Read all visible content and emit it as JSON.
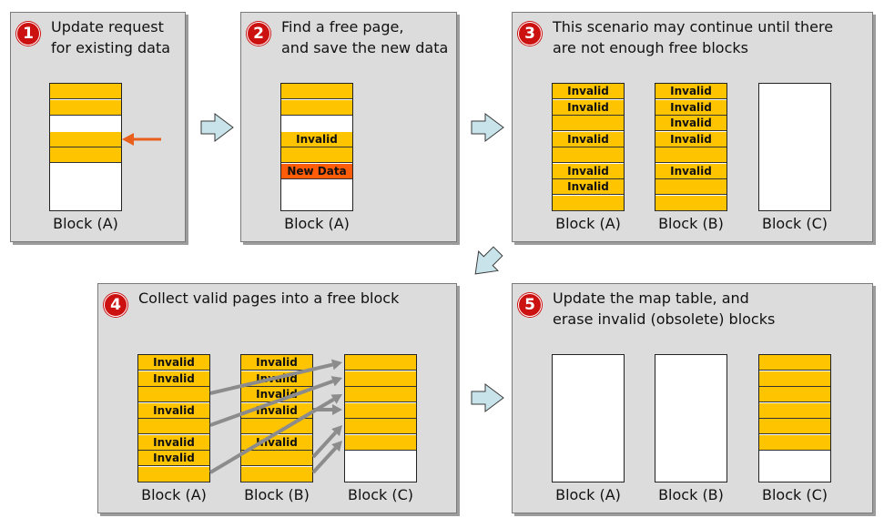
{
  "colors": {
    "panel_bg": "#dcdcdc",
    "page_valid": "#ffc400",
    "page_new": "#ff5c0a",
    "step_badge": "#cc1111",
    "flow_arrow": "#c8e4ea",
    "pointer_arrow": "#e8601c",
    "move_arrow": "#8c8c8c"
  },
  "panels": [
    {
      "step": "1",
      "title_lines": [
        "Update request",
        "for existing data"
      ],
      "blocks": [
        {
          "label": "Block (A)",
          "pages": [
            "",
            "",
            null,
            "",
            "",
            null,
            null,
            null
          ]
        }
      ]
    },
    {
      "step": "2",
      "title_lines": [
        "Find a free page,",
        "and save the new data"
      ],
      "blocks": [
        {
          "label": "Block (A)",
          "pages": [
            "",
            "",
            null,
            "Invalid",
            "",
            "New Data",
            null,
            null
          ]
        }
      ]
    },
    {
      "step": "3",
      "title_lines": [
        "This scenario may continue until there",
        "are not enough free blocks"
      ],
      "blocks": [
        {
          "label": "Block (A)",
          "pages": [
            "Invalid",
            "Invalid",
            "",
            "Invalid",
            "",
            "Invalid",
            "Invalid",
            ""
          ]
        },
        {
          "label": "Block (B)",
          "pages": [
            "Invalid",
            "Invalid",
            "Invalid",
            "Invalid",
            "",
            "Invalid",
            "",
            ""
          ]
        },
        {
          "label": "Block (C)",
          "pages": [
            null,
            null,
            null,
            null,
            null,
            null,
            null,
            null
          ]
        }
      ]
    },
    {
      "step": "4",
      "title_lines": [
        "Collect valid pages into a free block"
      ],
      "blocks": [
        {
          "label": "Block (A)",
          "pages": [
            "Invalid",
            "Invalid",
            "",
            "Invalid",
            "",
            "Invalid",
            "Invalid",
            ""
          ]
        },
        {
          "label": "Block (B)",
          "pages": [
            "Invalid",
            "Invalid",
            "Invalid",
            "Invalid",
            "",
            "Invalid",
            "",
            ""
          ]
        },
        {
          "label": "Block (C)",
          "pages": [
            "",
            "",
            "",
            "",
            "",
            "",
            null,
            null
          ]
        }
      ]
    },
    {
      "step": "5",
      "title_lines": [
        "Update the map table, and",
        "erase invalid (obsolete) blocks"
      ],
      "blocks": [
        {
          "label": "Block (A)",
          "pages": [
            null,
            null,
            null,
            null,
            null,
            null,
            null,
            null
          ]
        },
        {
          "label": "Block (B)",
          "pages": [
            null,
            null,
            null,
            null,
            null,
            null,
            null,
            null
          ]
        },
        {
          "label": "Block (C)",
          "pages": [
            "",
            "",
            "",
            "",
            "",
            "",
            null,
            null
          ]
        }
      ]
    }
  ]
}
